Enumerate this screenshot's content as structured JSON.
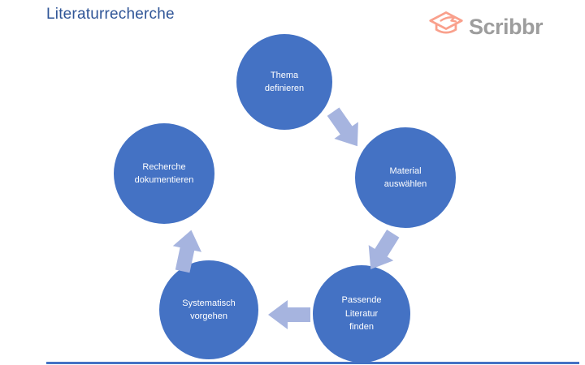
{
  "title": "Literaturrecherche",
  "logo": {
    "text": "Scribbr",
    "icon": "graduation-cap-icon",
    "icon_color": "#f9a08c",
    "text_color": "#9d9d9d"
  },
  "colors": {
    "circle_fill": "#4472C4",
    "circle_text": "#ffffff",
    "arrow_fill": "#a6b4df",
    "title_text": "#2f5597",
    "bottom_bar": "#4472C4"
  },
  "cycle": {
    "steps": [
      {
        "label": "Thema definieren"
      },
      {
        "label": "Material auswählen"
      },
      {
        "label": "Passende Literatur finden"
      },
      {
        "label": "Systematisch vorgehen"
      },
      {
        "label": "Recherche dokumentieren"
      }
    ],
    "connections": [
      {
        "from": "Thema definieren",
        "to": "Material auswählen"
      },
      {
        "from": "Material auswählen",
        "to": "Passende Literatur finden"
      },
      {
        "from": "Passende Literatur finden",
        "to": "Systematisch vorgehen"
      },
      {
        "from": "Systematisch vorgehen",
        "to": "Recherche dokumentieren"
      }
    ]
  }
}
